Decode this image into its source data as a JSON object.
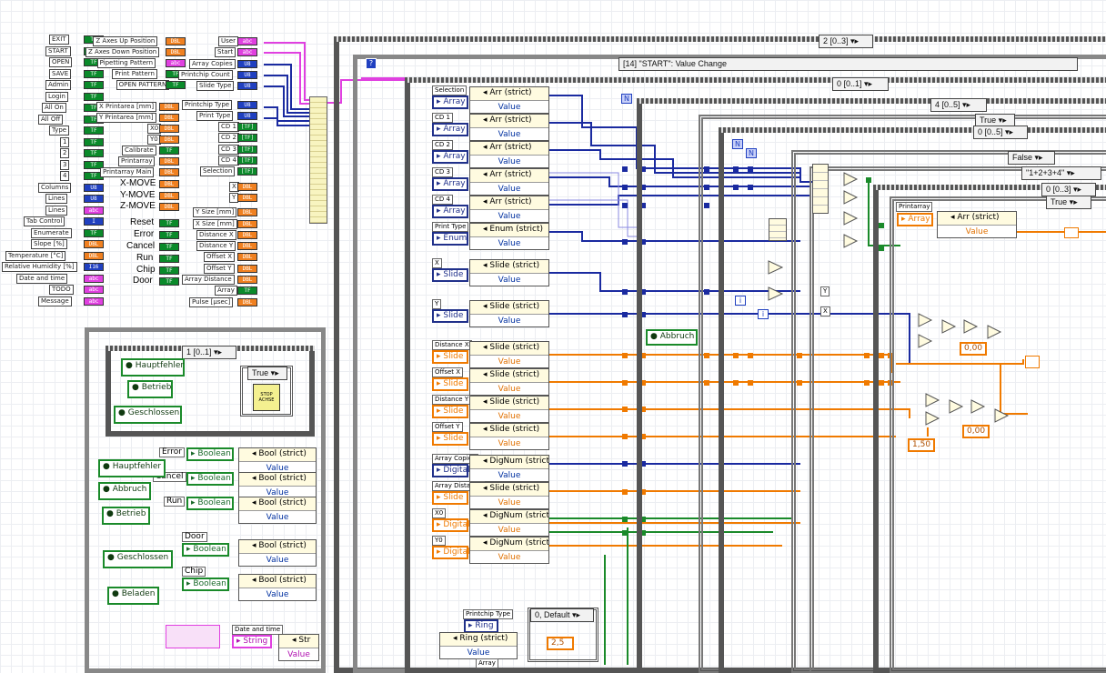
{
  "left_controls": [
    {
      "label": "EXIT",
      "type": "TF"
    },
    {
      "label": "START",
      "type": "TF"
    },
    {
      "label": "OPEN",
      "type": "TF"
    },
    {
      "label": "SAVE",
      "type": "TF"
    },
    {
      "label": "Admin",
      "type": "TF"
    },
    {
      "label": "Login",
      "type": "TF"
    },
    {
      "label": "All On",
      "type": "TF"
    },
    {
      "label": "All Off",
      "type": "TF"
    },
    {
      "label": "Type",
      "type": "TF"
    },
    {
      "label": "1",
      "type": "TF"
    },
    {
      "label": "2",
      "type": "TF"
    },
    {
      "label": "3",
      "type": "TF"
    },
    {
      "label": "4",
      "type": "TF"
    },
    {
      "label": "Columns",
      "type": "U8"
    },
    {
      "label": "Lines",
      "type": "U8"
    },
    {
      "label": "Lines",
      "type": "abc"
    },
    {
      "label": "Tab Control",
      "type": "I"
    },
    {
      "label": "Enumerate",
      "type": "TF"
    },
    {
      "label": "Slope [%]",
      "type": "DBL"
    },
    {
      "label": "Temperature [°C]",
      "type": "DBL"
    },
    {
      "label": "Relative Humidity [%]",
      "type": "I16"
    },
    {
      "label": "Date and time",
      "type": "abc"
    },
    {
      "label": "TODO",
      "type": "abc"
    },
    {
      "label": "Message",
      "type": "abc"
    }
  ],
  "left_controls2": [
    {
      "label": "Z Axes Up Position",
      "type": "DBL"
    },
    {
      "label": "Z Axes Down Position",
      "type": "DBL"
    },
    {
      "label": "Pipetting Pattern",
      "type": "abc"
    },
    {
      "label": "Print Pattern",
      "type": "TF"
    },
    {
      "label": "OPEN PATTERN",
      "type": "TF"
    }
  ],
  "left_controls3": [
    {
      "label": "X Printarea [mm]",
      "type": "DBL"
    },
    {
      "label": "Y Printarea [mm]",
      "type": "DBL"
    },
    {
      "label": "X0",
      "type": "DBL"
    },
    {
      "label": "Y0",
      "type": "DBL"
    },
    {
      "label": "Calibrate",
      "type": "TF"
    },
    {
      "label": "Printarray",
      "type": "DBL"
    },
    {
      "label": "Printarray Main",
      "type": "DBL"
    }
  ],
  "left_big_labels": [
    "X-MOVE",
    "Y-MOVE",
    "Z-MOVE",
    "Reset",
    "Error",
    "Cancel",
    "Run",
    "Chip",
    "Door"
  ],
  "cluster_inputs": [
    {
      "label": "User",
      "type": "abc"
    },
    {
      "label": "Start",
      "type": "abc"
    },
    {
      "label": "Array Copies",
      "type": "U8"
    },
    {
      "label": "Printchip Count",
      "type": "U8"
    },
    {
      "label": "Slide Type",
      "type": "U8"
    },
    {
      "label": "Printchip Type",
      "type": "U8"
    },
    {
      "label": "Print Type",
      "type": "U8"
    },
    {
      "label": "CD 1",
      "type": "[TF]"
    },
    {
      "label": "CD 2",
      "type": "[TF]"
    },
    {
      "label": "CD 3",
      "type": "[TF]"
    },
    {
      "label": "CD 4",
      "type": "[TF]"
    },
    {
      "label": "Selection",
      "type": "[TF]"
    },
    {
      "label": "X",
      "type": "DBL"
    },
    {
      "label": "Y",
      "type": "DBL"
    },
    {
      "label": "Y Size [mm]",
      "type": "DBL"
    },
    {
      "label": "X Size [mm]",
      "type": "DBL"
    },
    {
      "label": "Distance X",
      "type": "DBL"
    },
    {
      "label": "Distance Y",
      "type": "DBL"
    },
    {
      "label": "Offset X",
      "type": "DBL"
    },
    {
      "label": "Offset Y",
      "type": "DBL"
    },
    {
      "label": "Array Distance",
      "type": "DBL"
    },
    {
      "label": "Array",
      "type": "TF"
    },
    {
      "label": "Pulse [µsec]",
      "type": "DBL"
    }
  ],
  "structures": {
    "outer_case": "2 [0..3]",
    "event_case": "[14] \"START\": Value Change",
    "case_0_1": "0 [0..1]",
    "case_4_5": "4 [0..5]",
    "case_true": "True",
    "case_0_5": "0 [0..5]",
    "case_false": "False",
    "case_1234": "\"1+2+3+4\"",
    "case_0_3": "0 [0..3]",
    "case_true2": "True",
    "case_small": "1 [0..1]",
    "case_small_true": "True",
    "case_default": "0, Default"
  },
  "property_nodes": [
    {
      "label": "Selection",
      "ctrl": "Array",
      "prop": "Arr (strict)",
      "value": "Value",
      "color": "blue"
    },
    {
      "label": "CD 1",
      "ctrl": "Array",
      "prop": "Arr (strict)",
      "value": "Value",
      "color": "blue"
    },
    {
      "label": "CD 2",
      "ctrl": "Array",
      "prop": "Arr (strict)",
      "value": "Value",
      "color": "blue"
    },
    {
      "label": "CD 3",
      "ctrl": "Array",
      "prop": "Arr (strict)",
      "value": "Value",
      "color": "blue"
    },
    {
      "label": "CD 4",
      "ctrl": "Array",
      "prop": "Arr (strict)",
      "value": "Value",
      "color": "blue"
    },
    {
      "label": "Print Type",
      "ctrl": "Enum",
      "prop": "Enum (strict)",
      "value": "Value",
      "color": "blue"
    },
    {
      "label": "X",
      "ctrl": "Slide",
      "prop": "Slide (strict)",
      "value": "Value",
      "color": "blue"
    },
    {
      "label": "Y",
      "ctrl": "Slide",
      "prop": "Slide (strict)",
      "value": "Value",
      "color": "blue"
    },
    {
      "label": "Distance X",
      "ctrl": "Slide",
      "prop": "Slide (strict)",
      "value": "Value",
      "color": "orange"
    },
    {
      "label": "Offset X",
      "ctrl": "Slide",
      "prop": "Slide (strict)",
      "value": "Value",
      "color": "orange"
    },
    {
      "label": "Distance Y",
      "ctrl": "Slide",
      "prop": "Slide (strict)",
      "value": "Value",
      "color": "orange"
    },
    {
      "label": "Offset Y",
      "ctrl": "Slide",
      "prop": "Slide (strict)",
      "value": "Value",
      "color": "orange"
    },
    {
      "label": "Array Copies",
      "ctrl": "Digital",
      "prop": "DigNum (strict)",
      "value": "Value",
      "color": "blue"
    },
    {
      "label": "Array Distance",
      "ctrl": "Slide",
      "prop": "Slide (strict)",
      "value": "Value",
      "color": "orange"
    },
    {
      "label": "X0",
      "ctrl": "Digital",
      "prop": "DigNum (strict)",
      "value": "Value",
      "color": "orange"
    },
    {
      "label": "Y0",
      "ctrl": "Digital",
      "prop": "DigNum (strict)",
      "value": "Value",
      "color": "orange"
    }
  ],
  "bottom_left": {
    "locals": [
      "Hauptfehler",
      "Betrieb",
      "Geschlossen"
    ],
    "stop_text": "STOP ACHSE",
    "bool_nodes": [
      {
        "name": "Error",
        "ctrl": "Boolean",
        "prop": "Bool (strict)",
        "value": "Value"
      },
      {
        "name": "Cancel",
        "ctrl": "Boolean",
        "prop": "Bool (strict)",
        "value": "Value"
      },
      {
        "name": "Run",
        "ctrl": "Boolean",
        "prop": "Bool (strict)",
        "value": "Value"
      },
      {
        "name": "Door",
        "ctrl": "Boolean",
        "prop": "Bool (strict)",
        "value": "Value"
      },
      {
        "name": "Chip",
        "ctrl": "Boolean",
        "prop": "Bool (strict)",
        "value": "Value"
      }
    ],
    "bool_locals": [
      "Hauptfehler",
      "Abbruch",
      "Betrieb",
      "Geschlossen",
      "Beladen"
    ],
    "string_node": {
      "name": "Date and time",
      "ctrl": "String",
      "prop": "Str",
      "value": "Value"
    }
  },
  "ring_node": {
    "label": "Printchip Type",
    "ctrl": "Ring",
    "prop": "Ring (strict)",
    "value": "Value",
    "sub": "Array"
  },
  "misc": {
    "abbruch": "Abbruch",
    "printarray_label": "Printarray",
    "printarray_ctrl": "Array",
    "printarray_prop": "Arr (strict)",
    "printarray_value": "Value",
    "const_a": "0,00",
    "const_b": "0,00",
    "const_c": "1,50",
    "const_d": "2,5",
    "iter_n": "N",
    "iter_i": "i",
    "y_lbl": "Y",
    "x_lbl": "X"
  }
}
